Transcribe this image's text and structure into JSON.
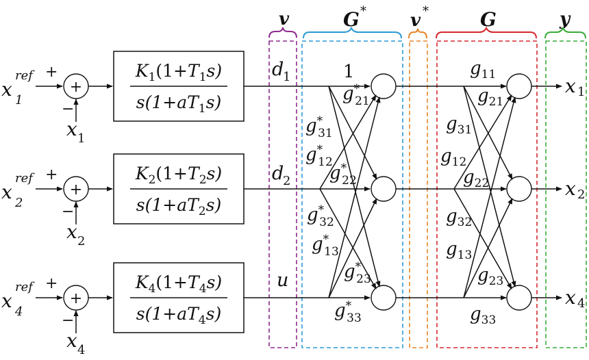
{
  "headers": {
    "v": "v",
    "gstar": "G",
    "gstar_sup": "*",
    "vstar": "v",
    "vstar_sup": "*",
    "g": "G",
    "y": "y"
  },
  "header_colors": {
    "v": "#8e2a8e",
    "gstar": "#2a9ad6",
    "vstar": "#e8862a",
    "g": "#d6282e",
    "y": "#3aaa3a"
  },
  "rows": [
    {
      "in_sub": "1",
      "fb_sub": "1",
      "num_k": "K",
      "num_sub": "1",
      "num_rest_a": "(1+",
      "num_T": "T",
      "num_rest_b": "s)",
      "den_a": "s(1+",
      "den_b": "aT",
      "den_c": "s)",
      "vsig": "d",
      "vsig_sub": "1",
      "out_sub": "1"
    },
    {
      "in_sub": "2",
      "fb_sub": "2",
      "num_k": "K",
      "num_sub": "2",
      "num_rest_a": "(1+",
      "num_T": "T",
      "num_rest_b": "s)",
      "den_a": "s(1+",
      "den_b": "aT",
      "den_c": "s)",
      "vsig": "d",
      "vsig_sub": "2",
      "out_sub": "2"
    },
    {
      "in_sub": "4",
      "fb_sub": "4",
      "num_k": "K",
      "num_sub": "4",
      "num_rest_a": "(1+",
      "num_T": "T",
      "num_rest_b": "s)",
      "den_a": "s(1+",
      "den_b": "aT",
      "den_c": "s)",
      "vsig": "u",
      "vsig_sub": "",
      "out_sub": "4"
    }
  ],
  "labels": {
    "x": "x",
    "ref": "ref",
    "plus": "+",
    "minus": "−",
    "one": "1"
  },
  "gstar_gains": [
    "g21",
    "g31",
    "g12",
    "g22",
    "g32",
    "g13",
    "g23",
    "g33"
  ],
  "g_gains": [
    "g11",
    "g21",
    "g31",
    "g12",
    "g22",
    "g32",
    "g13",
    "g23",
    "g33"
  ]
}
